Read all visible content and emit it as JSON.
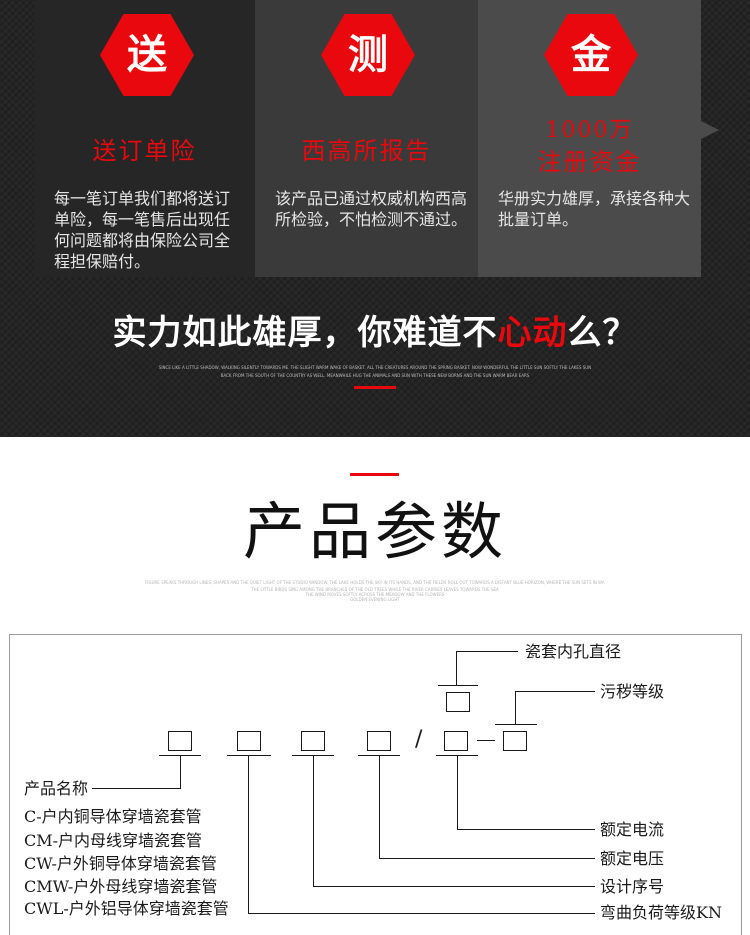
{
  "features": [
    {
      "badge": "送",
      "title": "送订单险",
      "text": "每一笔订单我们都将送订单险，每一笔售后出现任何问题都将由保险公司全程担保赔付。"
    },
    {
      "badge": "测",
      "title": "西高所报告",
      "text": "该产品已通过权威机构西高所检验，不怕检测不通过。"
    },
    {
      "badge": "金",
      "title_line1": "1000万",
      "title_line2": "注册资金",
      "text": "华册实力雄厚，承接各种大批量订单。"
    }
  ],
  "slogan": {
    "before": "实力如此雄厚，你难道不",
    "highlight": "心动",
    "after": "么？",
    "fine1": "SINCE LIKE A LITTLE SHADOW, WALKING SILENTLY TOWARDS ME. THE SLIGHT WARM WAKE OF BASKET. ALL THE CREATURES AROUND THE SPRING BASKET.   NOW WONDERFUL THE LITTLE SUN SOFTLY THE LAKES SUN",
    "fine2": "BACK FROM THE SOUTH OF THE COUNTRY AS WELL. MEANWHILE HUG THE ANIMALS AND SUN WITH THESE NEW BORNS AND THE SUN WARM BEAR EARS"
  },
  "params": {
    "title": "产品参数",
    "fine1": "FIGURE SPEAKS THROUGH LINES, SHAPES AND THE QUIET LIGHT OF THE STUDIO WINDOW. THE LAKE HOLDS THE SKY IN ITS HANDS, AND THE FIELDS ROLL OUT TOWARDS A DISTANT BLUE HORIZON, WHERE THE SUN SETS IN WARM GOLD.",
    "fine2": "THE LITTLE BIRDS SING AMONG THE BRANCHES OF THE OLD TREES WHILE THE RIVER CARRIES LEAVES TOWARDS THE SEA",
    "fine3": "THE WIND MOVES SOFTLY ACROSS THE MEADOW AND THE FLOWERS",
    "fine4": "GOLDEN EVENING LIGHT",
    "labels": {
      "bore": "瓷套内孔直径",
      "pollution": "污秽等级",
      "product_name": "产品名称",
      "current": "额定电流",
      "voltage": "额定电压",
      "serial": "设计序号",
      "bending": "弯曲负荷等级KN"
    },
    "slash": "/",
    "types": [
      "C-户内铜导体穿墙瓷套管",
      "CM-户内母线穿墙瓷套管",
      "CW-户外铜导体穿墙瓷套管",
      "CMW-户外母线穿墙瓷套管",
      "CWL-户外铝导体穿墙瓷套管"
    ]
  }
}
